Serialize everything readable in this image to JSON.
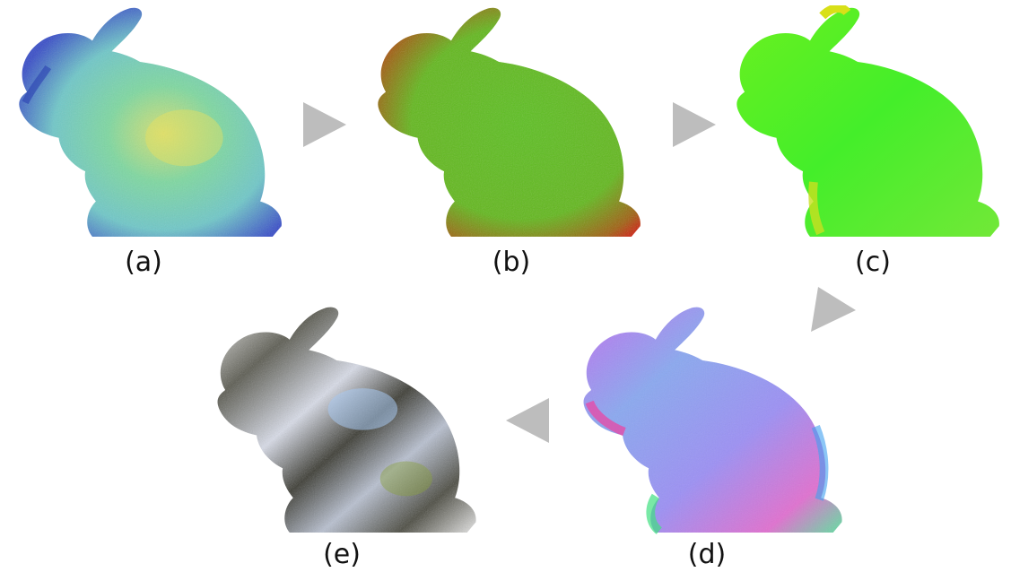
{
  "panels": [
    {
      "id": "a",
      "label": "(a)",
      "style": "point cloud, normal-colored (blue/green/yellow)"
    },
    {
      "id": "b",
      "label": "(b)",
      "style": "point cloud, red/green"
    },
    {
      "id": "c",
      "label": "(c)",
      "style": "smooth green field"
    },
    {
      "id": "d",
      "label": "(d)",
      "style": "normal map (rainbow)"
    },
    {
      "id": "e",
      "label": "(e)",
      "style": "chrome reflective render"
    }
  ],
  "colors": {
    "arrow": "#bdbdbd",
    "caption": "#111111"
  },
  "icons": [
    "arrow-right-icon",
    "arrow-right-icon",
    "arrow-up-right-icon",
    "arrow-left-icon"
  ]
}
